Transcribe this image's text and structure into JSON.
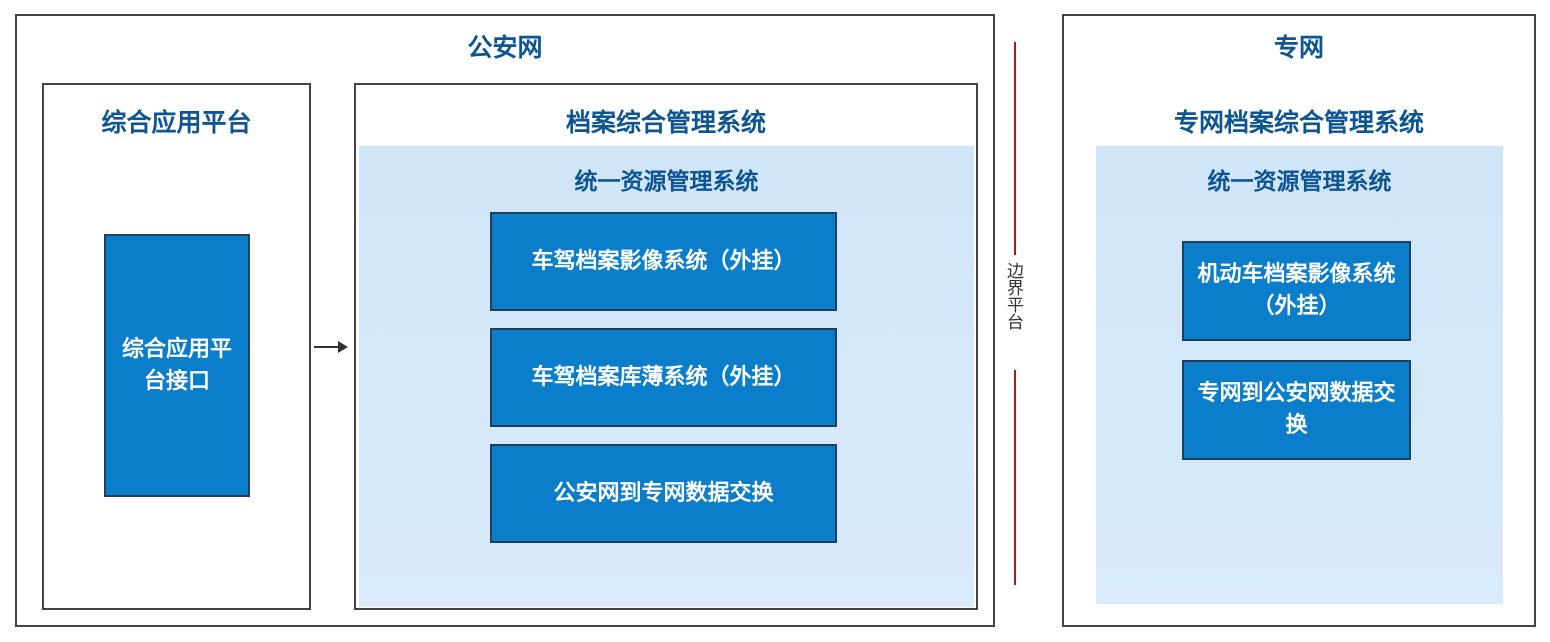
{
  "police_net": {
    "title": "公安网",
    "platform": {
      "title": "综合应用平台",
      "interface": "综合应用平台接口"
    },
    "archive": {
      "title": "档案综合管理系统",
      "resource": "统一资源管理系统",
      "items": [
        "车驾档案影像系统（外挂）",
        "车驾档案库薄系统（外挂）",
        "公安网到专网数据交换"
      ]
    }
  },
  "boundary": {
    "label": "边界平台"
  },
  "private_net": {
    "title": "专网",
    "archive_title": "专网档案综合管理系统",
    "resource": "统一资源管理系统",
    "items": [
      "机动车档案影像系统（外挂）",
      "专网到公安网数据交换"
    ]
  }
}
